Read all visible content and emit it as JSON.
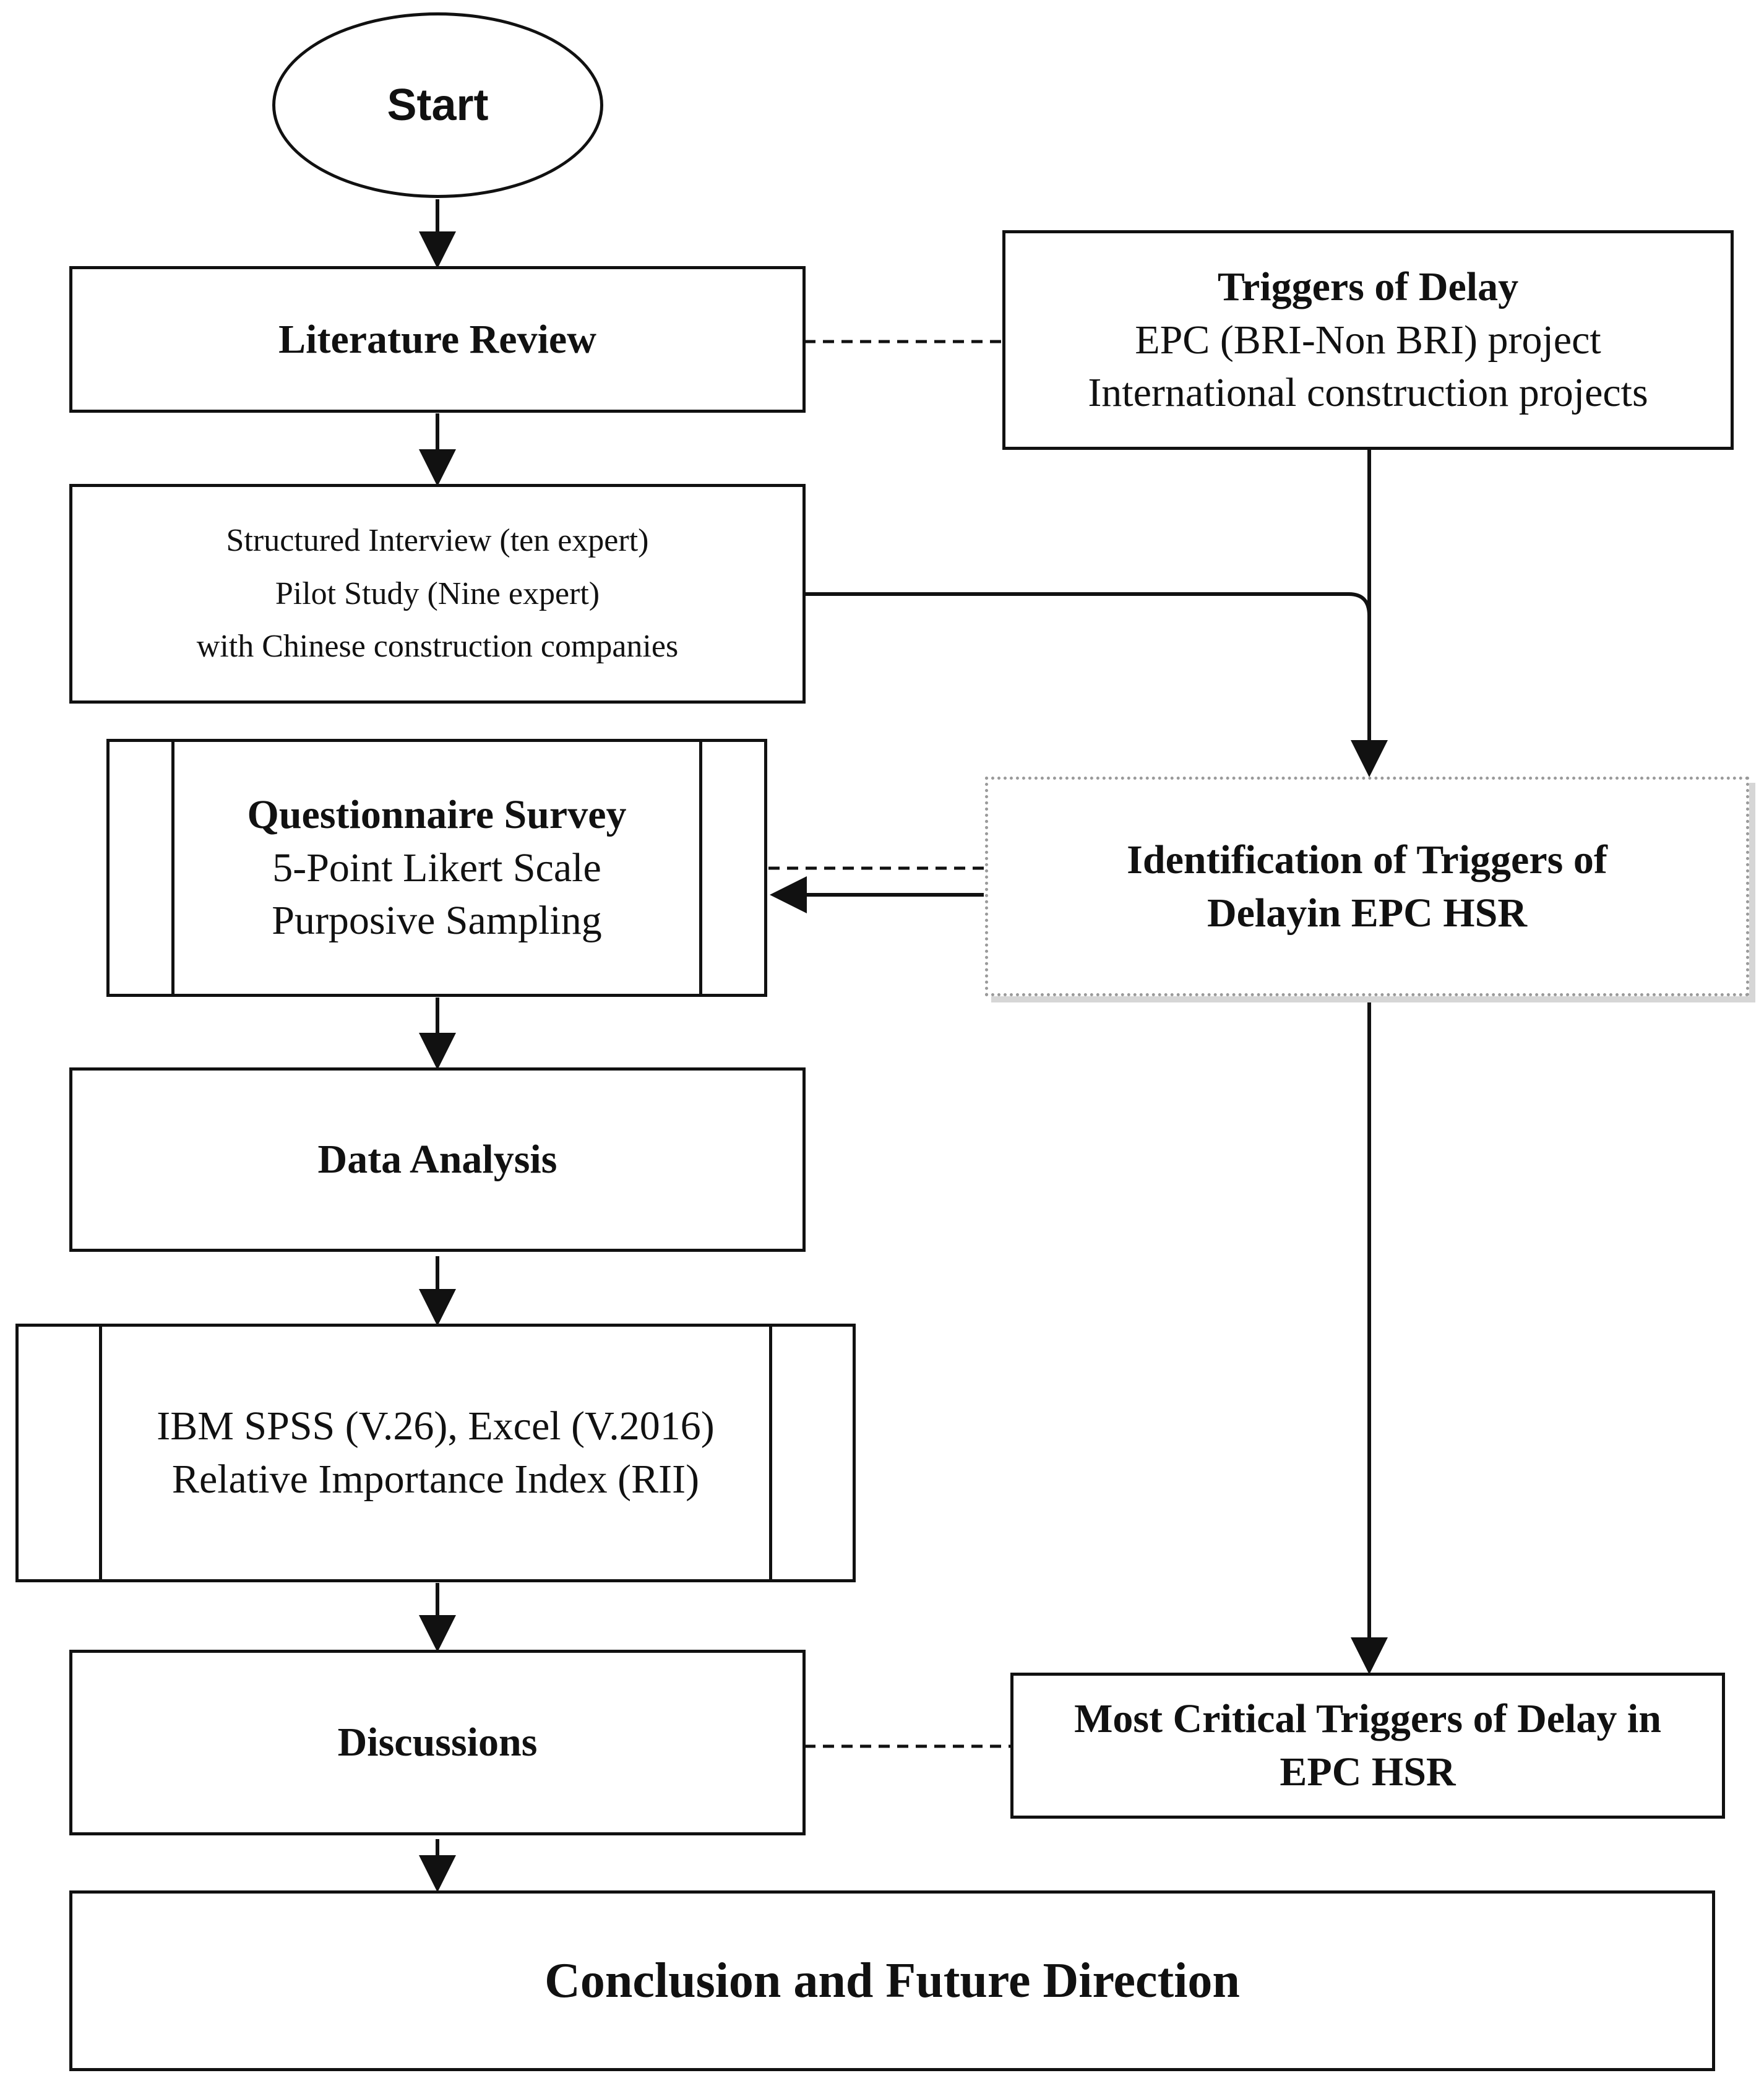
{
  "nodes": {
    "start": "Start",
    "literature_review": "Literature Review",
    "interview": {
      "line1": "Structured Interview (ten expert)",
      "line2": "Pilot Study (Nine expert)",
      "line3": "with Chinese construction companies"
    },
    "questionnaire": {
      "title": "Questionnaire Survey",
      "line1": "5-Point Likert Scale",
      "line2": "Purposive Sampling"
    },
    "data_analysis": "Data Analysis",
    "tools": {
      "line1": "IBM SPSS (V.26), Excel (V.2016)",
      "line2": "Relative Importance Index (RII)"
    },
    "discussions": "Discussions",
    "conclusion": "Conclusion and Future Direction",
    "triggers": {
      "title": "Triggers of Delay",
      "line1": "EPC (BRI-Non BRI) project",
      "line2": "International construction projects"
    },
    "identification": {
      "line1": "Identification of Triggers of",
      "line2": "Delayin EPC HSR"
    },
    "critical": {
      "line1": "Most Critical Triggers of Delay in",
      "line2": "EPC HSR"
    }
  }
}
